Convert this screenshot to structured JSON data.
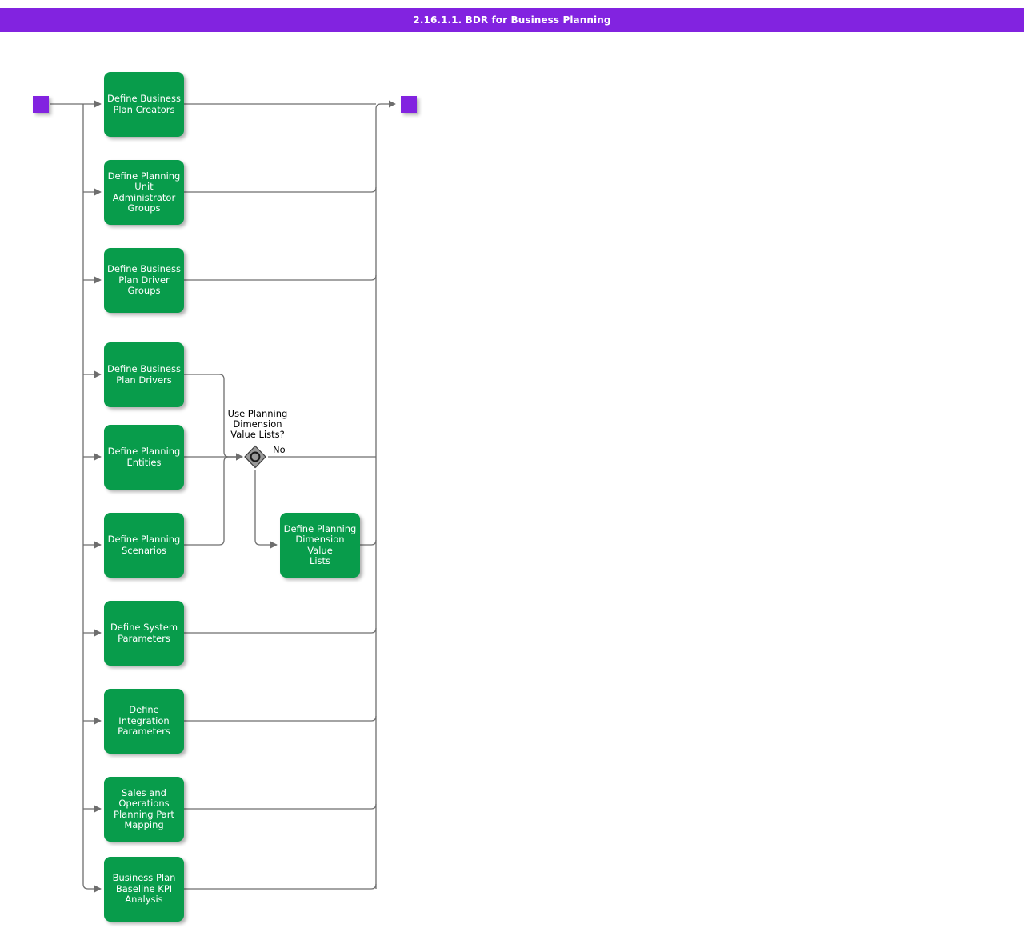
{
  "header": {
    "title": "2.16.1.1. BDR for Business Planning",
    "bg_color": "#8223e0",
    "text_color": "#ffffff"
  },
  "colors": {
    "task_fill": "#089c4b",
    "task_text": "#ffffff",
    "terminator_fill": "#8223e0",
    "gateway_fill": "#9a9a9a",
    "gateway_stroke": "#3c3c3c",
    "connector": "#6e6e6e",
    "page_background": "#ffffff"
  },
  "diagram": {
    "type": "bpmn-flowchart",
    "start_node": {
      "name": "start-event",
      "shape": "square"
    },
    "end_node": {
      "name": "end-event",
      "shape": "square"
    },
    "tasks": [
      {
        "id": "t1",
        "label": "Define Business\nPlan Creators"
      },
      {
        "id": "t2",
        "label": "Define Planning\nUnit\nAdministrator\nGroups"
      },
      {
        "id": "t3",
        "label": "Define Business\nPlan Driver\nGroups"
      },
      {
        "id": "t4",
        "label": "Define Business\nPlan Drivers"
      },
      {
        "id": "t5",
        "label": "Define Planning\nEntities"
      },
      {
        "id": "t6",
        "label": "Define Planning\nScenarios"
      },
      {
        "id": "t7",
        "label": "Define System\nParameters"
      },
      {
        "id": "t8",
        "label": "Define\nIntegration\nParameters"
      },
      {
        "id": "t9",
        "label": "Sales and\nOperations\nPlanning Part\nMapping"
      },
      {
        "id": "t10",
        "label": "Business Plan\nBaseline KPI\nAnalysis"
      },
      {
        "id": "t11",
        "label": "Define Planning\nDimension Value\nLists"
      }
    ],
    "gateway": {
      "id": "g1",
      "kind": "inclusive",
      "question": "Use Planning\nDimension\nValue Lists?",
      "branches": [
        {
          "label": "No",
          "target": "end-merge"
        },
        {
          "label": "",
          "target": "t11"
        }
      ]
    }
  }
}
